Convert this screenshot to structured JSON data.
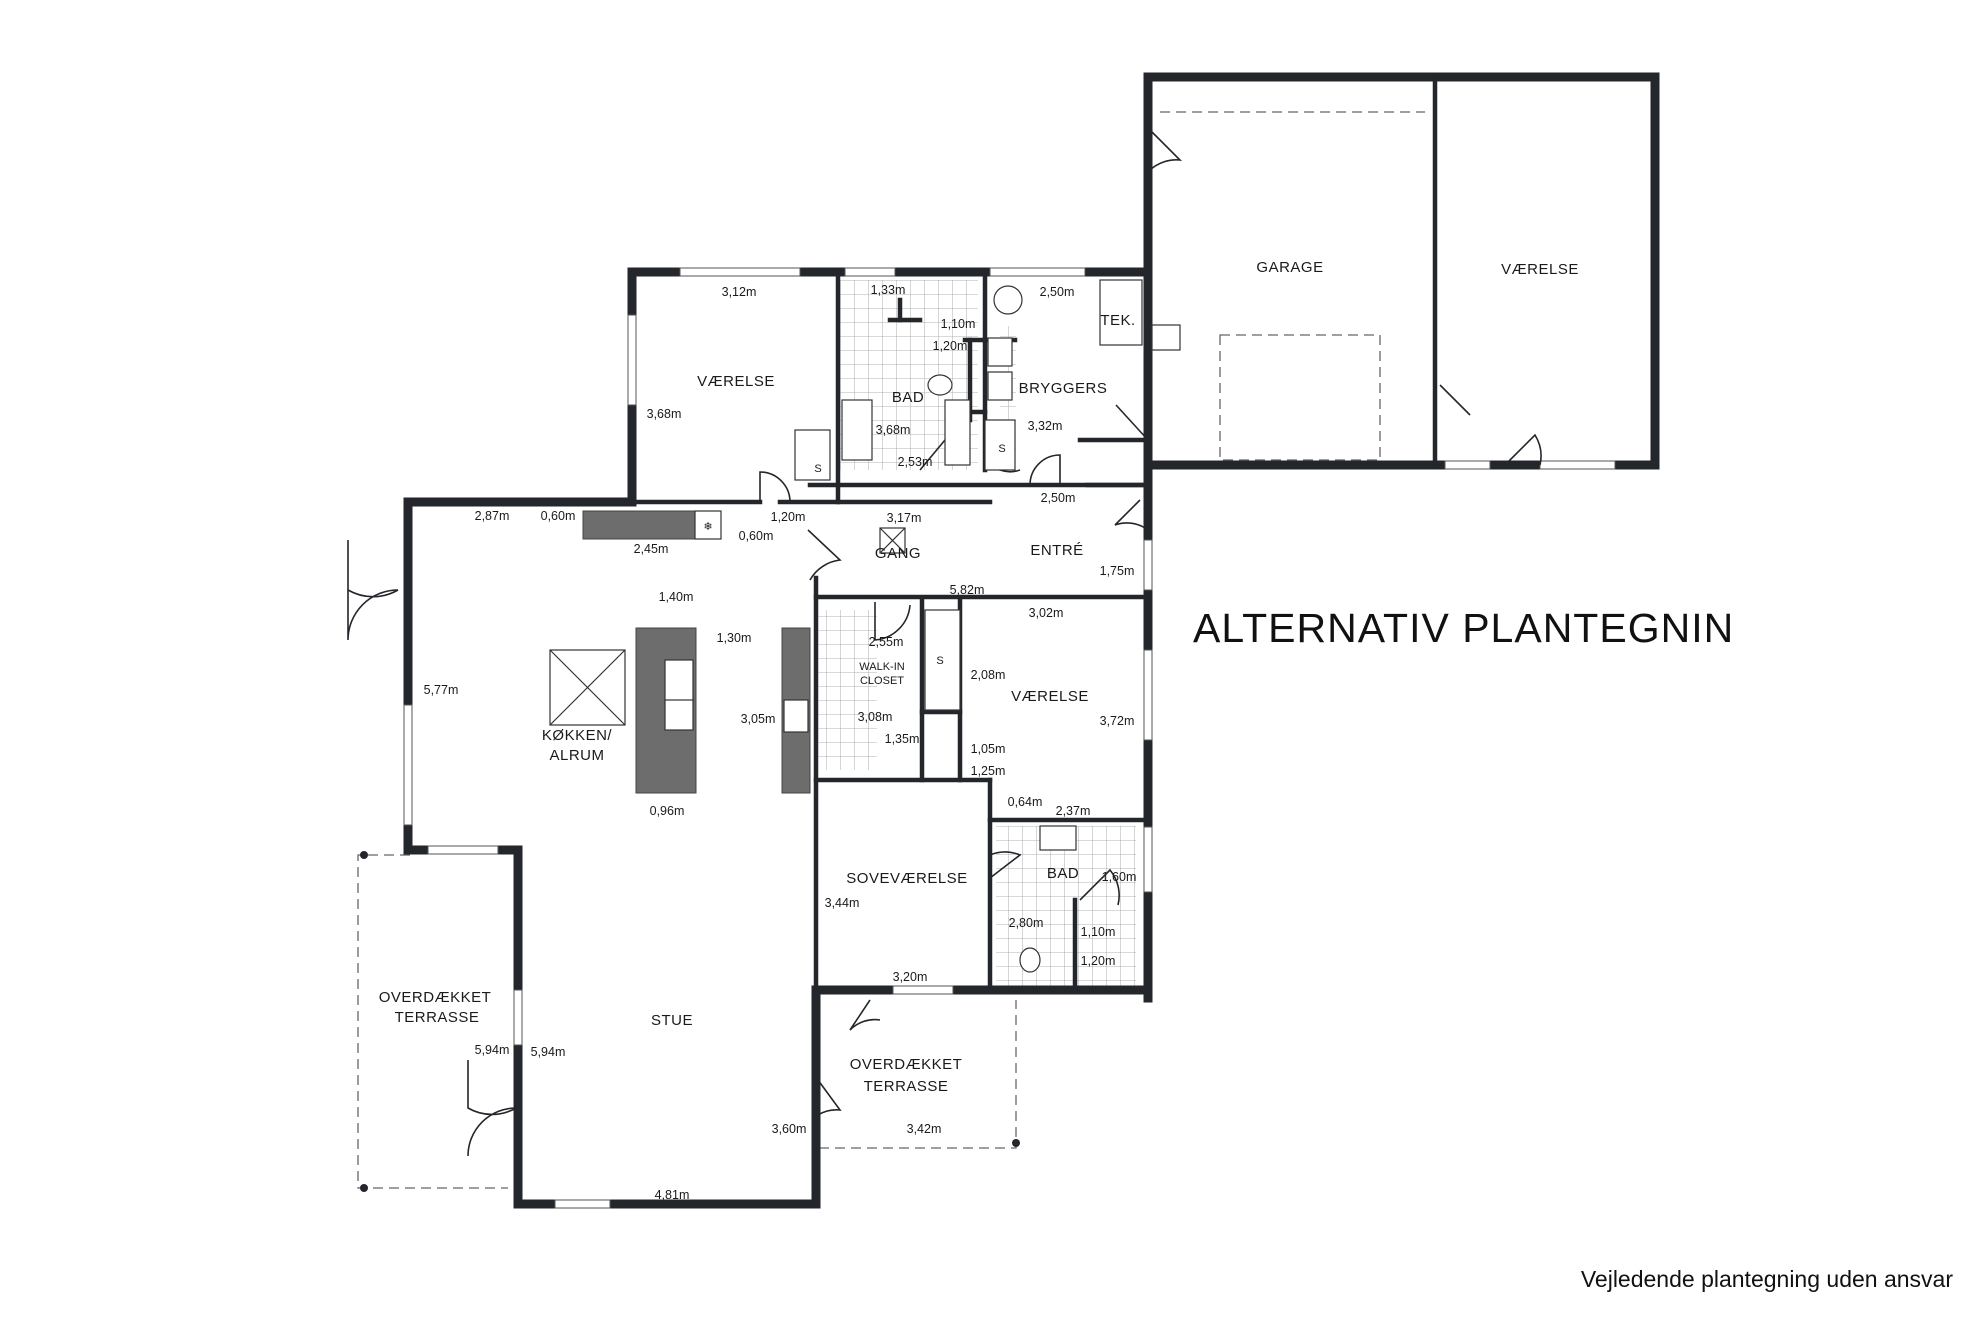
{
  "title": "ALTERNATIV PLANTEGNIN",
  "disclaimer": "Vejledende plantegning uden ansvar",
  "rooms": {
    "garage": "GARAGE",
    "vaerelse_garage": "VÆRELSE",
    "vaerelse_nw": "VÆRELSE",
    "bad_north": "BAD",
    "bryggers": "BRYGGERS",
    "tek": "TEK.",
    "gang": "GANG",
    "entre": "ENTRÉ",
    "kokken_1": "KØKKEN/",
    "kokken_2": "ALRUM",
    "walkin_1": "WALK-IN",
    "walkin_2": "CLOSET",
    "vaerelse_east": "VÆRELSE",
    "sovevaerelse": "SOVEVÆRELSE",
    "bad_south": "BAD",
    "stue": "STUE",
    "terrasse_w_1": "OVERDÆKKET",
    "terrasse_w_2": "TERRASSE",
    "terrasse_s_1": "OVERDÆKKET",
    "terrasse_s_2": "TERRASSE",
    "s1": "S",
    "s2": "S",
    "s3": "S"
  },
  "dims": {
    "d312": "3,12m",
    "d368a": "3,68m",
    "d133": "1,33m",
    "d110a": "1,10m",
    "d120a": "1,20m",
    "d368b": "3,68m",
    "d253": "2,53m",
    "d250a": "2,50m",
    "d332": "3,32m",
    "d250b": "2,50m",
    "d287": "2,87m",
    "d060a": "0,60m",
    "d245": "2,45m",
    "d060b": "0,60m",
    "d120b": "1,20m",
    "d317": "3,17m",
    "d175": "1,75m",
    "d140": "1,40m",
    "d130": "1,30m",
    "d582": "5,82m",
    "d302": "3,02m",
    "d577": "5,77m",
    "d255": "2,55m",
    "d208": "2,08m",
    "d372": "3,72m",
    "d305": "3,05m",
    "d308": "3,08m",
    "d135": "1,35m",
    "d105": "1,05m",
    "d125": "1,25m",
    "d064": "0,64m",
    "d237": "2,37m",
    "d096": "0,96m",
    "d160": "1,60m",
    "d344": "3,44m",
    "d280": "2,80m",
    "d110b": "1,10m",
    "d120c": "1,20m",
    "d320": "3,20m",
    "d594a": "5,94m",
    "d594b": "5,94m",
    "d360": "3,60m",
    "d342": "3,42m",
    "d481": "4,81m"
  }
}
